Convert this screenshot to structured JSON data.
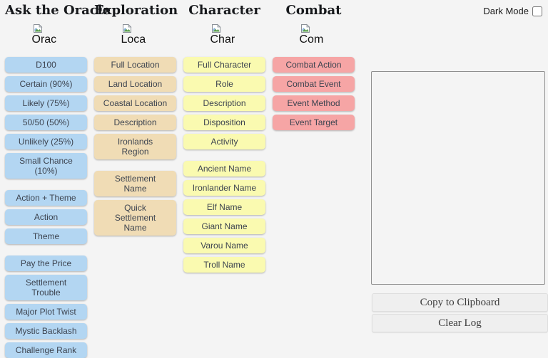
{
  "header": {
    "dark_mode_label": "Dark Mode",
    "dark_mode_checked": false
  },
  "colors": {
    "page_background": "#f4f4f4",
    "oracle_button": "#b3d6f2",
    "exploration_button": "#f0dcb5",
    "character_button": "#fafab0",
    "combat_button": "#f6a5a5",
    "button_text": "#3d4450"
  },
  "columns": [
    {
      "id": "ask-the-oracle",
      "title": "Ask the Oracle",
      "img_alt": "Orac",
      "button_color_key": "oracle_button",
      "groups": [
        [
          "D100",
          "Certain (90%)",
          "Likely (75%)",
          "50/50 (50%)",
          "Unlikely (25%)",
          "Small Chance\n(10%)"
        ],
        [
          "Action + Theme",
          "Action",
          "Theme"
        ],
        [
          "Pay the Price",
          "Settlement\nTrouble",
          "Major Plot Twist",
          "Mystic Backlash",
          "Challenge Rank"
        ]
      ]
    },
    {
      "id": "exploration",
      "title": "Exploration",
      "img_alt": "Loca",
      "button_color_key": "exploration_button",
      "groups": [
        [
          "Full Location",
          "Land Location",
          "Coastal Location",
          "Description",
          "Ironlands\nRegion"
        ],
        [
          "Settlement\nName",
          "Quick\nSettlement\nName"
        ]
      ]
    },
    {
      "id": "character",
      "title": "Character",
      "img_alt": "Char",
      "button_color_key": "character_button",
      "groups": [
        [
          "Full Character",
          "Role",
          "Description",
          "Disposition",
          "Activity"
        ],
        [
          "Ancient Name",
          "Ironlander Name",
          "Elf Name",
          "Giant Name",
          "Varou Name",
          "Troll Name"
        ]
      ]
    },
    {
      "id": "combat",
      "title": "Combat",
      "img_alt": "Com",
      "button_color_key": "combat_button",
      "groups": [
        [
          "Combat Action",
          "Combat Event",
          "Event Method",
          "Event Target"
        ]
      ]
    }
  ],
  "log_panel": {
    "log_value": "",
    "copy_button_label": "Copy to Clipboard",
    "clear_button_label": "Clear Log"
  }
}
